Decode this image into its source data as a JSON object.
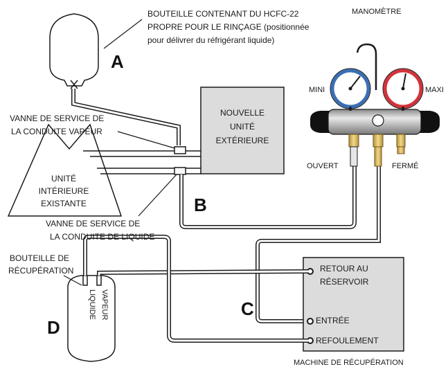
{
  "labels": {
    "cylinder_a_line1": "BOUTEILLE CONTENANT DU HCFC-22",
    "cylinder_a_line2": "PROPRE POUR LE RINÇAGE (positionnée",
    "cylinder_a_line3": "pour délivrer du réfrigérant liquide)",
    "manometre": "MANOMÈTRE",
    "mini": "MINI",
    "maxi": "MAXI",
    "ouvert": "OUVERT",
    "ferme": "FERMÉ",
    "vapor_valve_line1": "VANNE DE SERVICE DE",
    "vapor_valve_line2": "LA CONDUITE VAPEUR",
    "liquid_valve_line1": "VANNE DE SERVICE DE",
    "liquid_valve_line2": "LA CONDUITE DE LIQUIDE",
    "outdoor_line1": "NOUVELLE",
    "outdoor_line2": "UNITÉ",
    "outdoor_line3": "EXTÉRIEURE",
    "indoor_line1": "UNITÉ",
    "indoor_line2": "INTÉRIEURE",
    "indoor_line3": "EXISTANTE",
    "recovery_cyl_line1": "BOUTEILLE DE",
    "recovery_cyl_line2": "RÉCUPÉRATION",
    "vapeur": "VAPEUR",
    "liquide": "LIQUIDE",
    "retour_line1": "RETOUR AU",
    "retour_line2": "RÉSERVOIR",
    "entree": "ENTRÉE",
    "refoulement": "REFOULEMENT",
    "machine": "MACHINE DE RÉCUPÉRATION"
  },
  "markers": {
    "a": "A",
    "b": "B",
    "c": "C",
    "d": "D"
  },
  "colors": {
    "low_gauge_ring": "#3a6fb5",
    "high_gauge_ring": "#d2333b",
    "box_fill": "#dcdcdc",
    "manifold_body": "#cfcfcf",
    "brass": "#d9b860",
    "line": "#1a1a1a"
  }
}
